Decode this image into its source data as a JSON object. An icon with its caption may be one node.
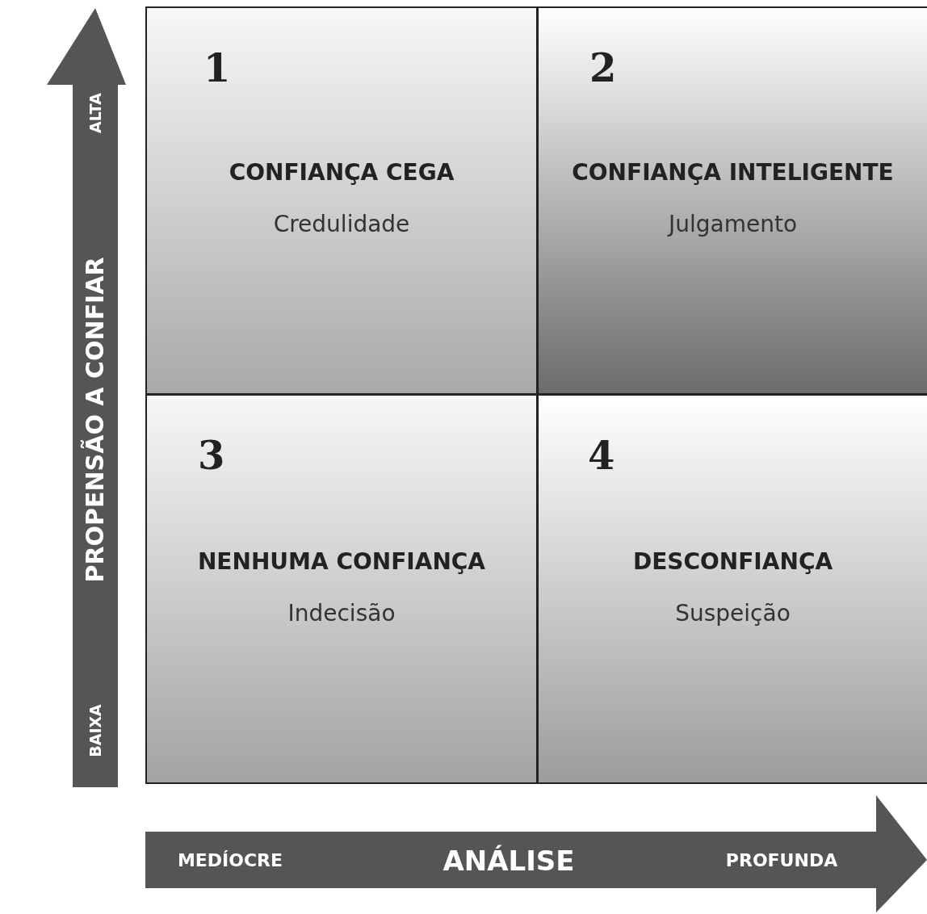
{
  "diagram": {
    "nodes": [
      {
        "text": [
          "1",
          "CONFIANÇA CEGA",
          "Credulidade"
        ]
      },
      {
        "text": [
          "2",
          "CONFIANÇA INTELIGENTE",
          "Julgamento"
        ]
      },
      {
        "text": [
          "3",
          "NENHUMA CONFIANÇA",
          "Indecisão"
        ]
      },
      {
        "text": [
          "4",
          "DESCONFIANÇA",
          "Suspeição"
        ]
      }
    ],
    "edges": [],
    "labels": [
      "ALTA",
      "PROPENSÃO A CONFIAR",
      "BAIXA",
      "MEDÍOCRE",
      "ANÁLISE",
      "PROFUNDA"
    ]
  }
}
